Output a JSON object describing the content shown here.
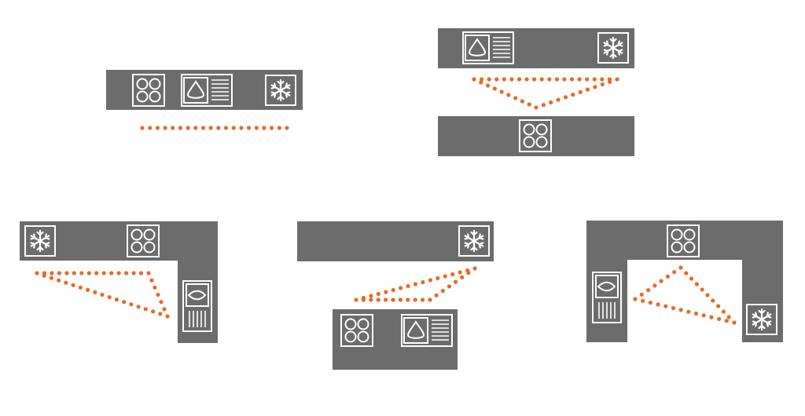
{
  "colors": {
    "background": "#ffffff",
    "counter": "#6c6c6c",
    "icon_stroke": "#ffffff",
    "triangle_dots": "#e8692b"
  },
  "layouts": [
    {
      "name": "single-line",
      "appliances": [
        "stove-icon",
        "sink-icon",
        "fridge-icon"
      ]
    },
    {
      "name": "galley",
      "appliances": [
        "sink-icon",
        "fridge-icon",
        "stove-icon"
      ]
    },
    {
      "name": "l-shape",
      "appliances": [
        "fridge-icon",
        "stove-icon",
        "sink-icon"
      ]
    },
    {
      "name": "g-shape-peninsula",
      "appliances": [
        "fridge-icon",
        "stove-icon",
        "sink-icon"
      ]
    },
    {
      "name": "u-shape",
      "appliances": [
        "stove-icon",
        "sink-icon",
        "fridge-icon"
      ]
    }
  ]
}
